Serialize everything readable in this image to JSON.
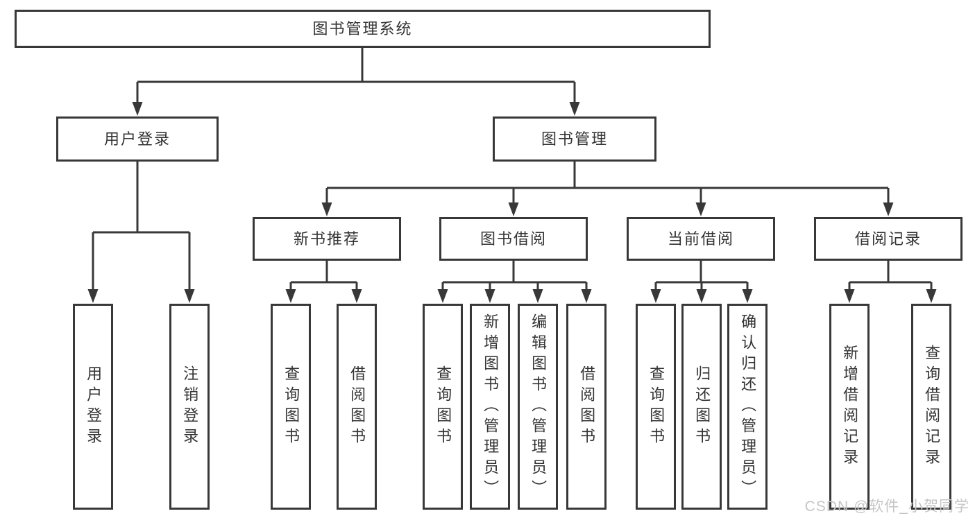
{
  "diagram": {
    "root": {
      "label": "图书管理系统",
      "children": [
        {
          "label": "用户登录",
          "children": [
            {
              "label": "用户登录"
            },
            {
              "label": "注销登录"
            }
          ]
        },
        {
          "label": "图书管理",
          "children": [
            {
              "label": "新书推荐",
              "children": [
                {
                  "label": "查询图书"
                },
                {
                  "label": "借阅图书"
                }
              ]
            },
            {
              "label": "图书借阅",
              "children": [
                {
                  "label": "查询图书"
                },
                {
                  "label": "新增图书（管理员）"
                },
                {
                  "label": "编辑图书（管理员）"
                },
                {
                  "label": "借阅图书"
                }
              ]
            },
            {
              "label": "当前借阅",
              "children": [
                {
                  "label": "查询图书"
                },
                {
                  "label": "归还图书"
                },
                {
                  "label": "确认归还（管理员）"
                }
              ]
            },
            {
              "label": "借阅记录",
              "children": [
                {
                  "label": "新增借阅记录"
                },
                {
                  "label": "查询借阅记录"
                }
              ]
            }
          ]
        }
      ]
    }
  },
  "watermark": {
    "text": "CSDN @软件_小贺同学",
    "color": "#c6c6c6"
  },
  "colors": {
    "line": "#383838",
    "box_border": "#383838",
    "text": "#333333",
    "background": "#ffffff"
  }
}
